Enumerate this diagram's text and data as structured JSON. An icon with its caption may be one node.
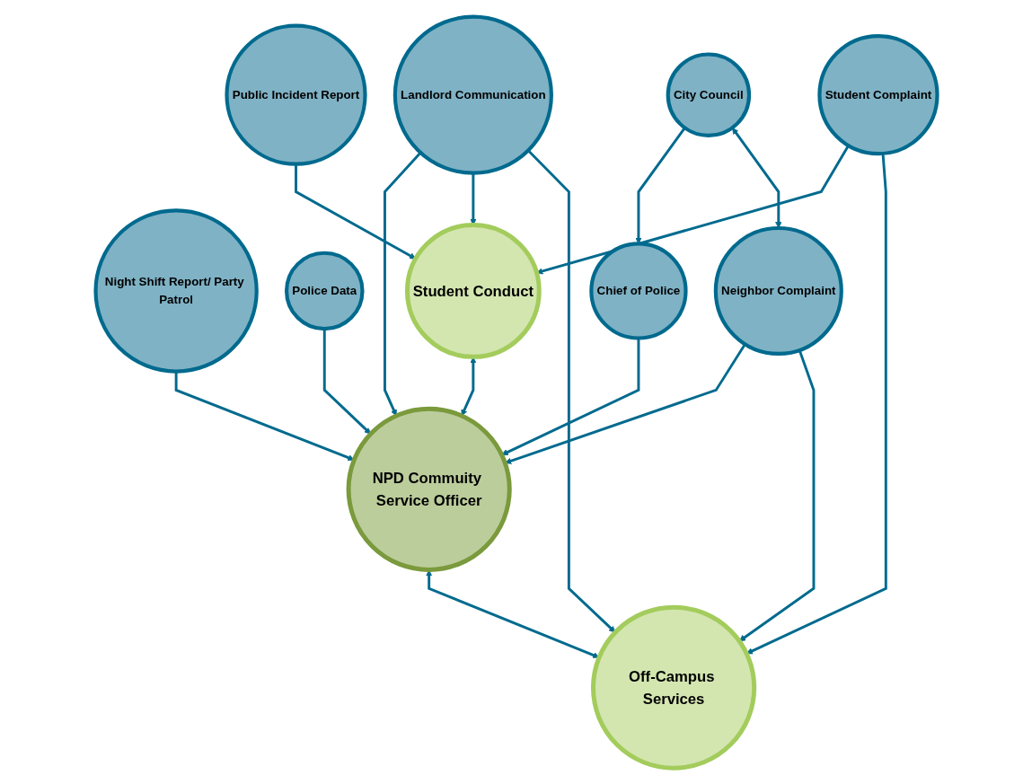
{
  "diagram": {
    "nodes": [
      {
        "text": [
          "Night Shift Report/ Party Patrol"
        ]
      },
      {
        "text": [
          "Police Data"
        ]
      },
      {
        "text": [
          "Student Conduct"
        ]
      },
      {
        "text": [
          "Public Incident Report"
        ]
      },
      {
        "text": [
          "City Council"
        ]
      },
      {
        "text": [
          "Chief of Police"
        ]
      },
      {
        "text": [
          "NPD Commuity Service Officer"
        ]
      },
      {
        "text": [
          "Landlord Communication"
        ]
      },
      {
        "text": [
          "Student Complaint"
        ]
      },
      {
        "text": [
          "Neighbor Complaint"
        ]
      },
      {
        "text": [
          "Off-Campus Services"
        ]
      }
    ],
    "edges": [
      {
        "from": 0,
        "to": 6,
        "arrow": "to"
      },
      {
        "from": 1,
        "to": 6,
        "arrow": "to"
      },
      {
        "from": 3,
        "to": 2,
        "arrow": "to"
      },
      {
        "from": 2,
        "to": 6,
        "arrow": "both"
      },
      {
        "from": 4,
        "to": 5,
        "arrow": "to"
      },
      {
        "from": 5,
        "to": 6,
        "arrow": "to"
      },
      {
        "from": 7,
        "to": 6,
        "arrow": "to"
      },
      {
        "from": 7,
        "to": 2,
        "arrow": "to"
      },
      {
        "from": 8,
        "to": 2,
        "arrow": "to"
      },
      {
        "from": 4,
        "to": 9,
        "arrow": "both"
      },
      {
        "from": 9,
        "to": 6,
        "arrow": "to"
      },
      {
        "from": 6,
        "to": 10,
        "arrow": "both"
      },
      {
        "from": 7,
        "to": 10,
        "arrow": "to"
      },
      {
        "from": 8,
        "to": 10,
        "arrow": "to"
      },
      {
        "from": 9,
        "to": 10,
        "arrow": "to"
      }
    ]
  }
}
